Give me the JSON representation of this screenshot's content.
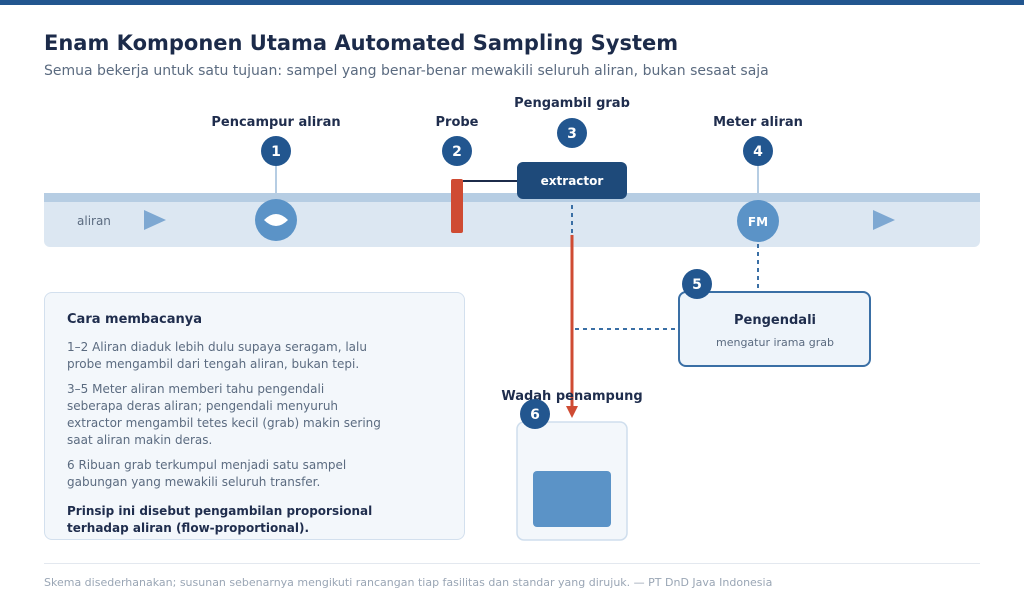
{
  "header": {
    "title": "Enam Komponen Utama Automated Sampling System",
    "subtitle": "Semua bekerja untuk satu tujuan: sampel yang benar-benar mewakili seluruh aliran, bukan sesaat saja"
  },
  "pipe": {
    "label": "aliran"
  },
  "components": {
    "mixer": {
      "number": "1",
      "label": "Pencampur aliran"
    },
    "probe": {
      "number": "2",
      "label": "Probe"
    },
    "grab": {
      "number": "3",
      "label": "Pengambil grab",
      "box_label": "extractor"
    },
    "meter": {
      "number": "4",
      "label": "Meter aliran",
      "symbol": "FM"
    },
    "controller": {
      "number": "5",
      "title": "Pengendali",
      "desc": "mengatur irama grab"
    },
    "receiver": {
      "number": "6",
      "label": "Wadah penampung"
    }
  },
  "legend": {
    "title": "Cara membacanya",
    "p1": "1–2 Aliran diaduk lebih dulu supaya seragam, lalu probe mengambil dari tengah aliran, bukan tepi.",
    "p2": "3–5 Meter aliran memberi tahu pengendali seberapa deras aliran; pengendali menyuruh extractor mengambil tetes kecil (grab) makin sering saat aliran makin deras.",
    "p3": "6 Ribuan grab terkumpul menjadi satu sampel gabungan yang mewakili seluruh transfer.",
    "principle": "Prinsip ini disebut pengambilan proporsional terhadap aliran (flow-proportional)."
  },
  "footer": "Skema disederhanakan; susunan sebenarnya mengikuti rancangan tiap fasilitas dan standar yang dirujuk. — PT DnD Java Indonesia",
  "colors": {
    "accent": "#22568f",
    "pipe": "#dce7f2",
    "probe": "#cf4b33",
    "container_fill": "#5b93c7"
  }
}
